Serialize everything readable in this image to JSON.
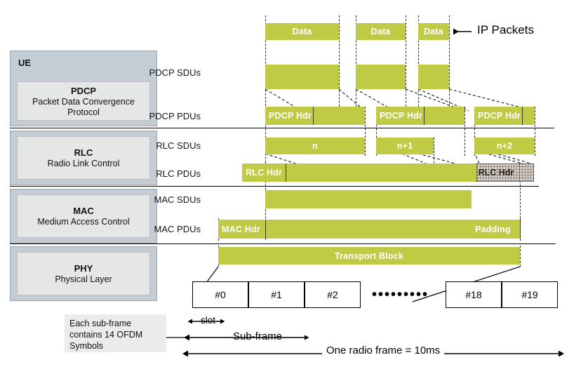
{
  "diagram": {
    "title": "LTE/5G user-plane data flow through protocol stack",
    "accent_green": "#bfcb45",
    "stack_group_bg": "#c4ccd4",
    "stack_box_bg": "#e4e7e6"
  },
  "stack": {
    "ue_label": "UE",
    "layers": [
      {
        "abbr": "PDCP",
        "name": "Packet Data Convergence Protocol"
      },
      {
        "abbr": "RLC",
        "name": "Radio Link Control"
      },
      {
        "abbr": "MAC",
        "name": "Medium Access Control"
      },
      {
        "abbr": "PHY",
        "name": "Physical Layer"
      }
    ]
  },
  "row_labels": {
    "pdcp_sdus": "PDCP SDUs",
    "pdcp_pdus": "PDCP PDUs",
    "rlc_sdus": "RLC SDUs",
    "rlc_pdus": "RLC PDUs",
    "mac_sdus": "MAC SDUs",
    "mac_pdus": "MAC PDUs"
  },
  "ip_packets": {
    "annotation": "IP Packets",
    "blocks": [
      {
        "label": "Data"
      },
      {
        "label": "Data"
      },
      {
        "label": "Data"
      }
    ]
  },
  "pdcp": {
    "pdu_header_label": "PDCP Hdr",
    "headers": [
      "PDCP Hdr",
      "PDCP Hdr",
      "PDCP Hdr"
    ]
  },
  "rlc": {
    "sdu_labels": [
      "n",
      "n+1",
      "n+2"
    ],
    "pdu_header_label": "RLC Hdr",
    "pdu_header_label_partial": "RLC Hdr"
  },
  "mac": {
    "pdu_header_label": "MAC Hdr",
    "padding_label": "Padding"
  },
  "phy": {
    "transport_block_label": "Transport Block",
    "subframes": [
      "#0",
      "#1",
      "#2",
      "#18",
      "#19"
    ],
    "ellipsis": "•••••••••"
  },
  "timing": {
    "slot_label": "slot",
    "subframe_label": "Sub-frame",
    "radio_frame_label": "One radio frame = 10ms"
  },
  "note": {
    "text": "Each sub-frame contains 14 OFDM Symbols"
  }
}
